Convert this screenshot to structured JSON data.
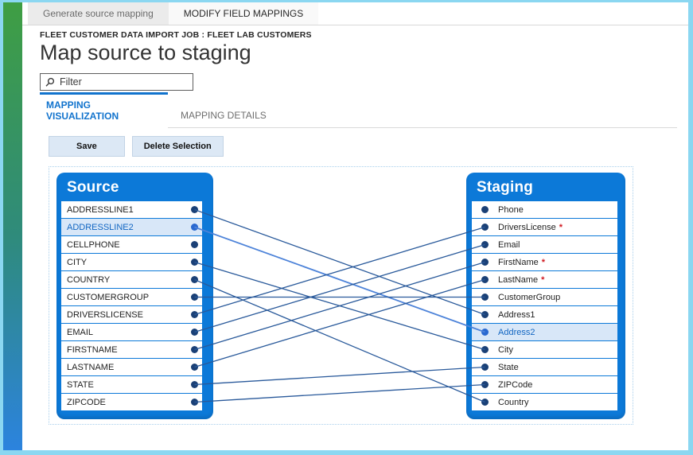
{
  "top_tabs": [
    {
      "label": "Generate source mapping",
      "active": false
    },
    {
      "label": "MODIFY FIELD MAPPINGS",
      "active": true
    }
  ],
  "header": {
    "breadcrumb": "FLEET CUSTOMER DATA IMPORT JOB : FLEET LAB CUSTOMERS",
    "title": "Map source to staging"
  },
  "filter": {
    "placeholder": "Filter",
    "value": ""
  },
  "view_tabs": [
    {
      "label": "MAPPING VISUALIZATION",
      "active": true
    },
    {
      "label": "MAPPING DETAILS",
      "active": false
    }
  ],
  "toolbar": {
    "save_label": "Save",
    "delete_label": "Delete Selection"
  },
  "mapping": {
    "source": {
      "title": "Source",
      "fields": [
        {
          "name": "ADDRESSLINE1",
          "selected": false
        },
        {
          "name": "ADDRESSLINE2",
          "selected": true
        },
        {
          "name": "CELLPHONE",
          "selected": false
        },
        {
          "name": "CITY",
          "selected": false
        },
        {
          "name": "COUNTRY",
          "selected": false
        },
        {
          "name": "CUSTOMERGROUP",
          "selected": false
        },
        {
          "name": "DRIVERSLICENSE",
          "selected": false
        },
        {
          "name": "EMAIL",
          "selected": false
        },
        {
          "name": "FIRSTNAME",
          "selected": false
        },
        {
          "name": "LASTNAME",
          "selected": false
        },
        {
          "name": "STATE",
          "selected": false
        },
        {
          "name": "ZIPCODE",
          "selected": false
        }
      ]
    },
    "staging": {
      "title": "Staging",
      "fields": [
        {
          "name": "Phone",
          "required": false,
          "selected": false
        },
        {
          "name": "DriversLicense",
          "required": true,
          "selected": false
        },
        {
          "name": "Email",
          "required": false,
          "selected": false
        },
        {
          "name": "FirstName",
          "required": true,
          "selected": false
        },
        {
          "name": "LastName",
          "required": true,
          "selected": false
        },
        {
          "name": "CustomerGroup",
          "required": false,
          "selected": false
        },
        {
          "name": "Address1",
          "required": false,
          "selected": false
        },
        {
          "name": "Address2",
          "required": false,
          "selected": true
        },
        {
          "name": "City",
          "required": false,
          "selected": false
        },
        {
          "name": "State",
          "required": false,
          "selected": false
        },
        {
          "name": "ZIPCode",
          "required": false,
          "selected": false
        },
        {
          "name": "Country",
          "required": false,
          "selected": false
        }
      ]
    },
    "required_marker": "*",
    "connections": [
      {
        "from": "ADDRESSLINE1",
        "to": "Address1",
        "selected": false
      },
      {
        "from": "ADDRESSLINE2",
        "to": "Address2",
        "selected": true
      },
      {
        "from": "CITY",
        "to": "City",
        "selected": false
      },
      {
        "from": "COUNTRY",
        "to": "Country",
        "selected": false
      },
      {
        "from": "CUSTOMERGROUP",
        "to": "CustomerGroup",
        "selected": false
      },
      {
        "from": "DRIVERSLICENSE",
        "to": "DriversLicense",
        "selected": false
      },
      {
        "from": "EMAIL",
        "to": "Email",
        "selected": false
      },
      {
        "from": "FIRSTNAME",
        "to": "FirstName",
        "selected": false
      },
      {
        "from": "LASTNAME",
        "to": "LastName",
        "selected": false
      },
      {
        "from": "STATE",
        "to": "State",
        "selected": false
      },
      {
        "from": "ZIPCODE",
        "to": "ZIPCode",
        "selected": false
      }
    ],
    "colors": {
      "box_blue": "#0c79d8",
      "dot_navy": "#1a4076",
      "dot_selected": "#2968d0",
      "line": "#2a5a9b",
      "line_selected": "#4d83d9",
      "required_red": "#d01920",
      "accent_blue": "#1173cd"
    }
  }
}
